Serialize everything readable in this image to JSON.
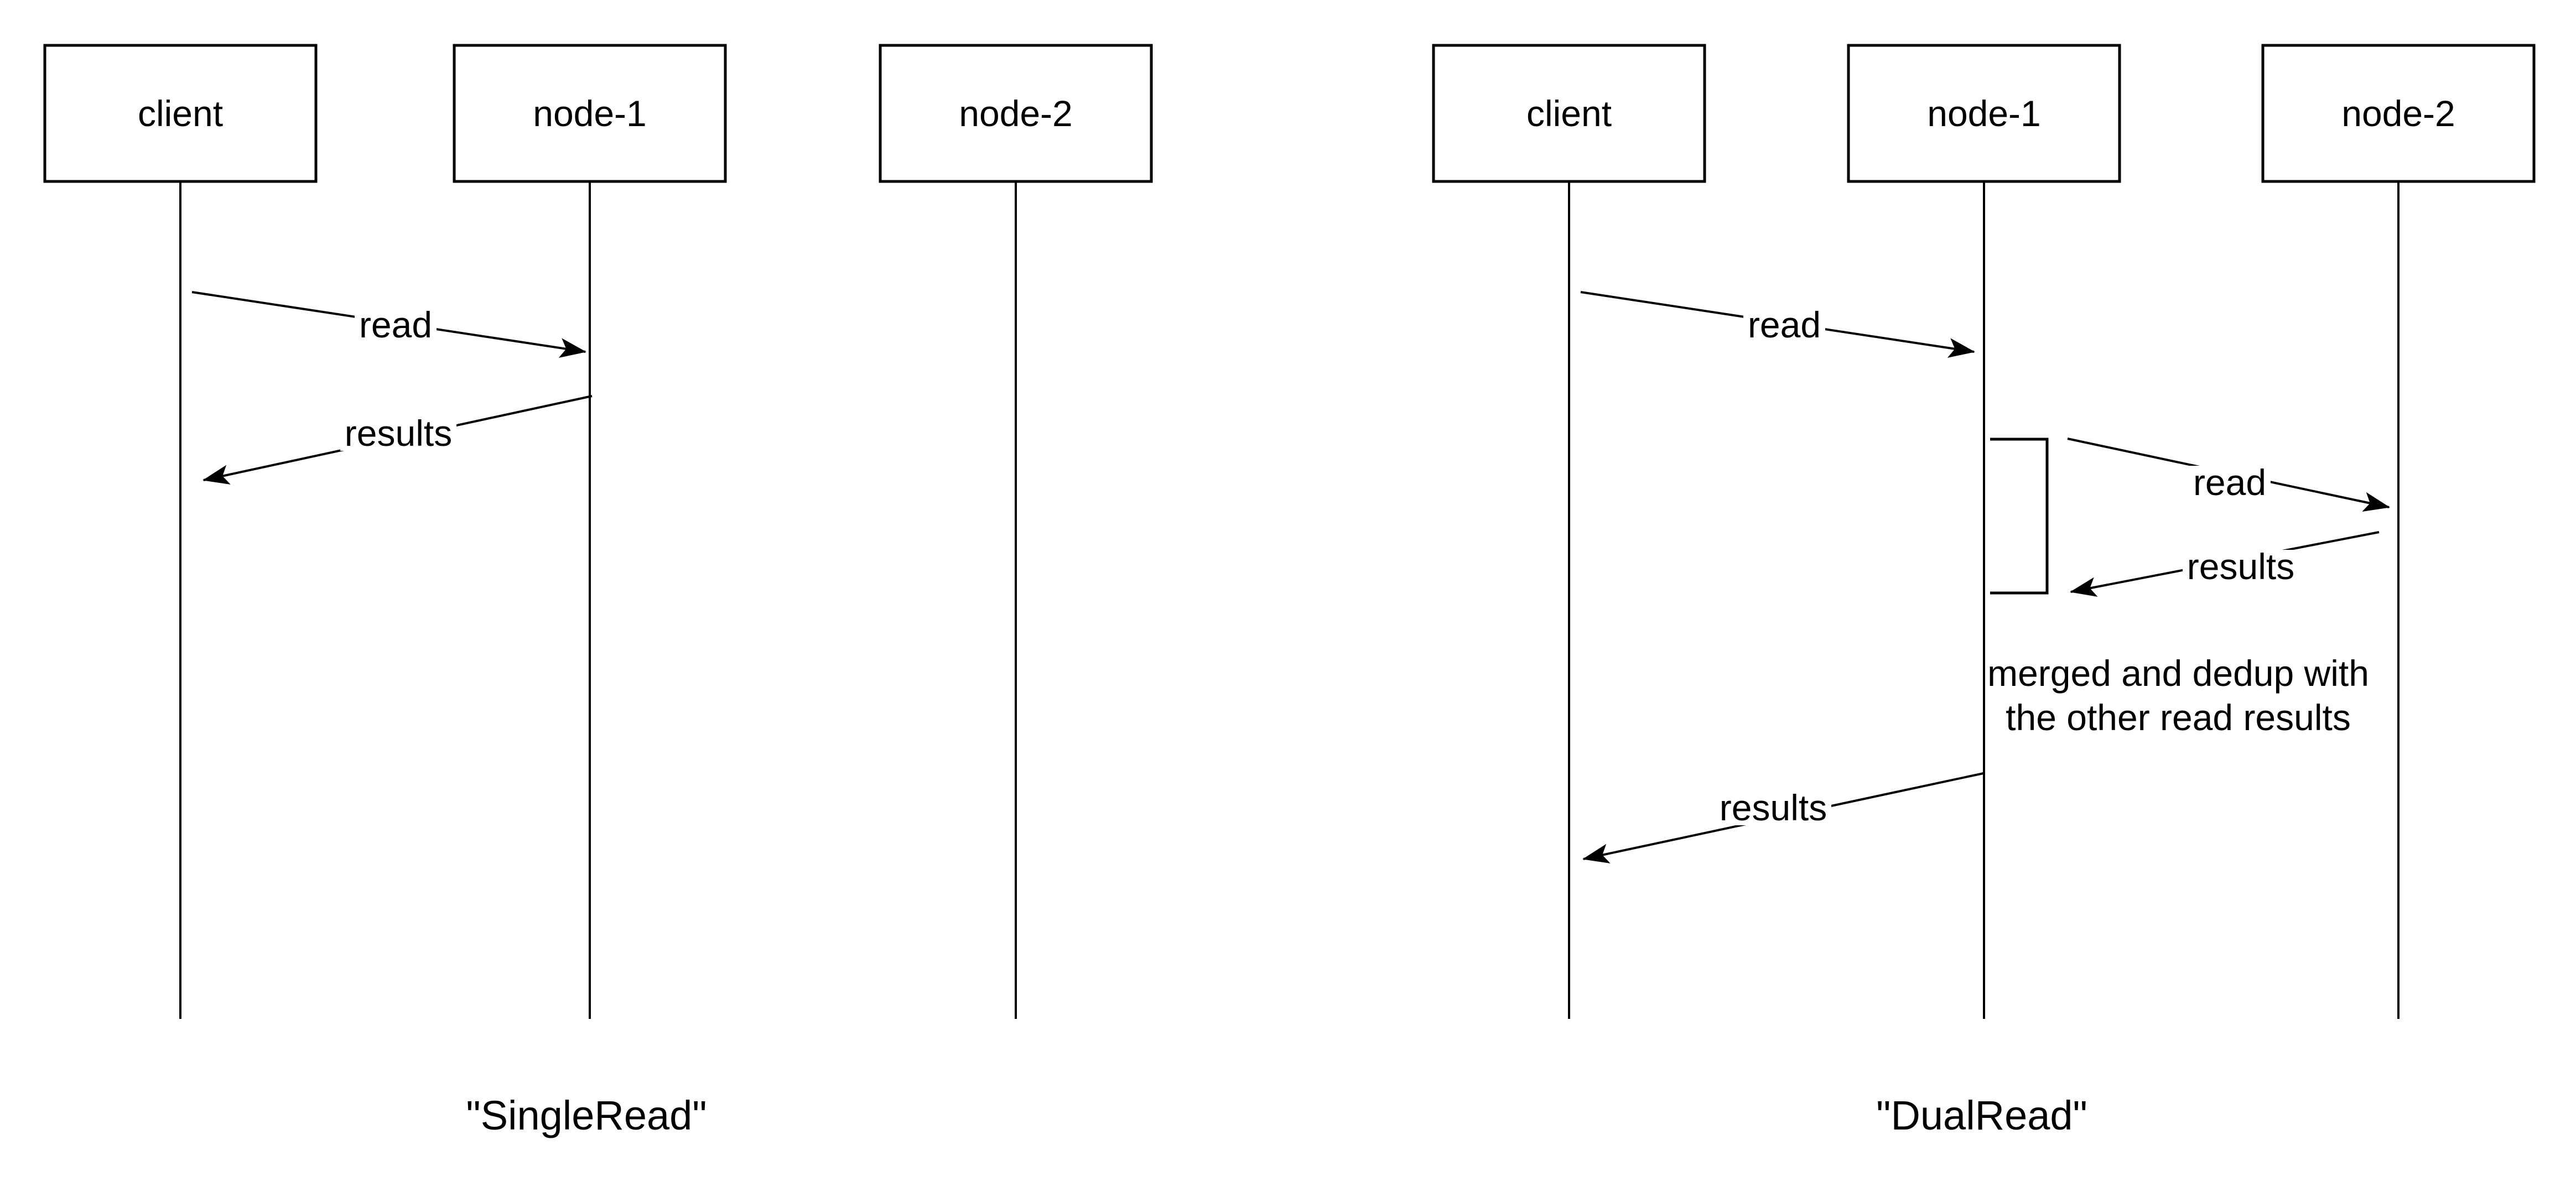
{
  "colors": {
    "background": "#ffffff",
    "stroke": "#000000",
    "text": "#000000"
  },
  "left": {
    "caption": "\"SingleRead\"",
    "actors": {
      "client": "client",
      "node1": "node-1",
      "node2": "node-2"
    },
    "labels": {
      "read": "read",
      "results": "results"
    }
  },
  "right": {
    "caption": "\"DualRead\"",
    "actors": {
      "client": "client",
      "node1": "node-1",
      "node2": "node-2"
    },
    "labels": {
      "read1": "read",
      "read2": "read",
      "results2": "results",
      "results3": "results"
    },
    "note": {
      "line1": "merged and dedup with",
      "line2": "the other read results"
    }
  }
}
